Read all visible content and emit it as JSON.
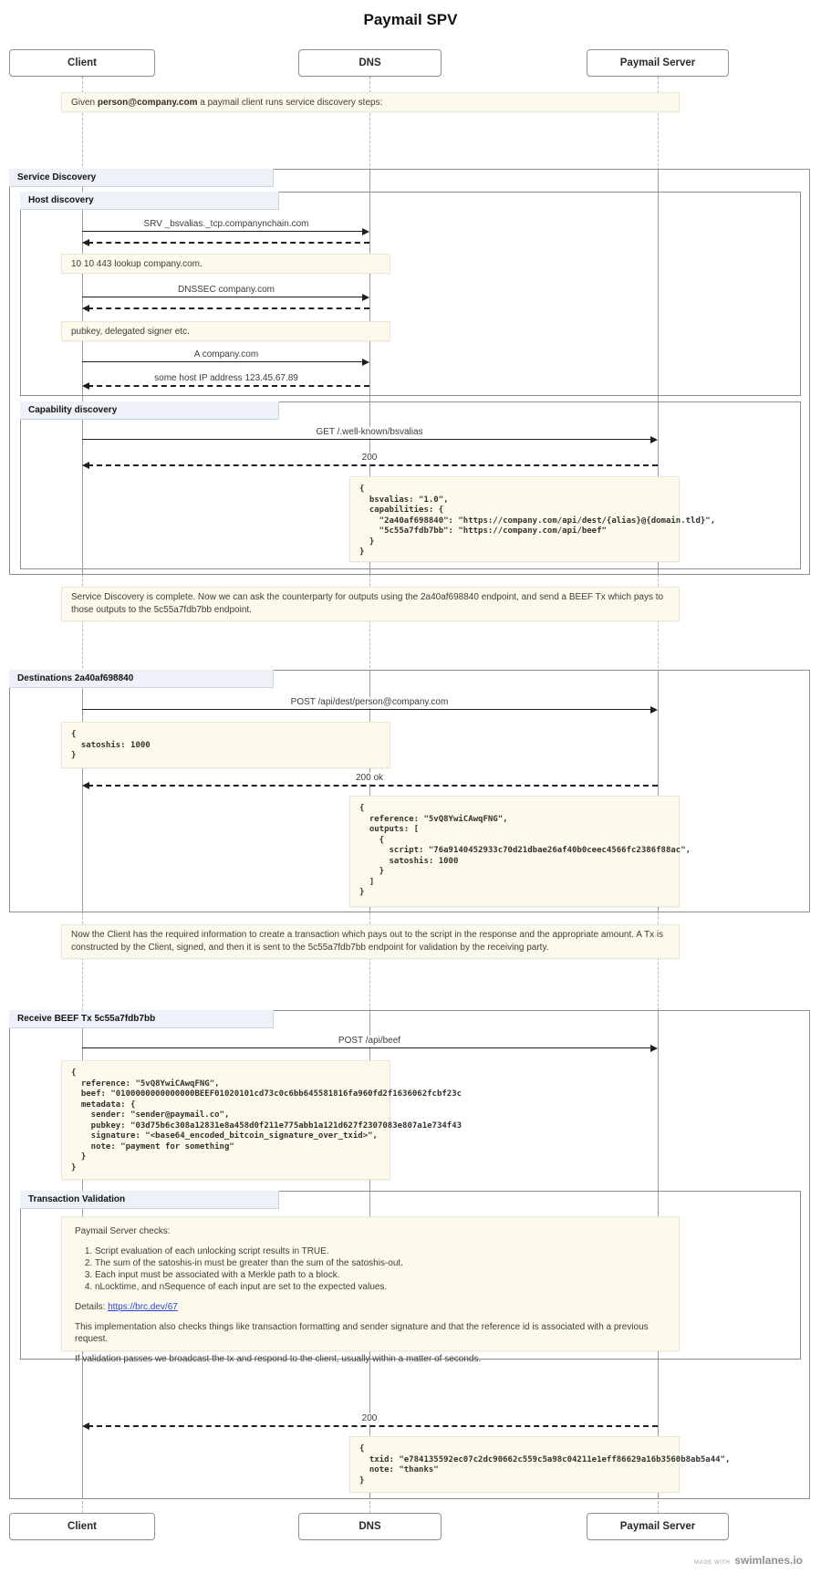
{
  "title": "Paymail SPV",
  "actors": {
    "client": "Client",
    "dns": "DNS",
    "server": "Paymail Server"
  },
  "intro_note": {
    "prefix": "Given ",
    "email": "person@company.com",
    "suffix": " a paymail client runs service discovery steps:"
  },
  "sections": {
    "service_discovery": {
      "label": "Service Discovery"
    },
    "host_discovery": {
      "label": "Host discovery"
    },
    "capability_discovery": {
      "label": "Capability discovery"
    },
    "destinations": {
      "label": "Destinations 2a40af698840"
    },
    "receive_beef": {
      "label": "Receive BEEF Tx 5c55a7fdb7bb"
    },
    "transaction_validation": {
      "label": "Transaction Validation"
    }
  },
  "messages": {
    "srv": "SRV _bsvalias._tcp.companynchain.com",
    "srv_note": "10 10 443 lookup company.com.",
    "dnssec": "DNSSEC company.com",
    "dnssec_note": "pubkey, delegated signer etc.",
    "a_record": "A company.com",
    "a_response": "some host IP address 123.45.67.89",
    "get_wellknown": "GET /.well-known/bsvalias",
    "get_response": "200",
    "capabilities_json": "{\n  bsvalias: \"1.0\",\n  capabilities: {\n    \"2a40af698840\": \"https://company.com/api/dest/{alias}@{domain.tld}\",\n    \"5c55a7fdb7bb\": \"https://company.com/api/beef\"\n  }\n}",
    "sd_complete_note": "Service Discovery is complete. Now we can ask the counterparty for outputs using the 2a40af698840 endpoint, and send a BEEF Tx which pays to those outputs to the 5c55a7fdb7bb endpoint.",
    "post_dest": "POST /api/dest/person@company.com",
    "dest_request_json": "{\n  satoshis: 1000\n}",
    "dest_response_status": "200 ok",
    "dest_response_json": "{\n  reference: \"5vQ8YwiCAwqFNG\",\n  outputs: [\n    {\n      script: \"76a9140452933c70d21dbae26af40b0ceec4566fc2386f88ac\",\n      satoshis: 1000\n    }\n  ]\n}",
    "tx_note": "Now the Client has the required information to create a transaction which pays out to the script in the response and the appropriate amount. A Tx is constructed by the Client, signed, and then it is sent to the 5c55a7fdb7bb endpoint for validation by the receiving party.",
    "post_beef": "POST /api/beef",
    "beef_request_json": "{\n  reference: \"5vQ8YwiCAwqFNG\",\n  beef: \"0100000000000000BEEF01020101cd73c0c6bb645581816fa960fd2f1636062fcbf23c\n  metadata: {\n    sender: \"sender@paymail.co\",\n    pubkey: \"03d75b6c308a12831e8a458d0f211e775abb1a121d627f2307083e807a1e734f43\n    signature: \"<base64_encoded_bitcoin_signature_over_txid>\",\n    note: \"payment for something\"\n  }\n}",
    "beef_response_status": "200",
    "beef_response_json": "{\n  txid: \"e784135592ec07c2dc90662c559c5a98c04211e1eff86629a16b3560b8ab5a44\",\n  note: \"thanks\"\n}"
  },
  "validation": {
    "heading": "Paymail Server checks:",
    "checks": [
      "Script evaluation of each unlocking script results in TRUE.",
      "The sum of the satoshis-in must be greater than the sum of the satoshis-out.",
      "Each input must be associated with a Merkle path to a block.",
      "nLocktime, and nSequence of each input are set to the expected values."
    ],
    "details_label": "Details: ",
    "details_link": "https://brc.dev/67",
    "para1": "This implementation also checks things like transaction formatting and sender signature and that the reference id is associated with a previous request.",
    "para2": "If validation passes we broadcast the tx and respond to the client, usually within a matter of seconds."
  },
  "footer": {
    "made_with": "MADE WITH",
    "brand": "swimlanes.io"
  }
}
